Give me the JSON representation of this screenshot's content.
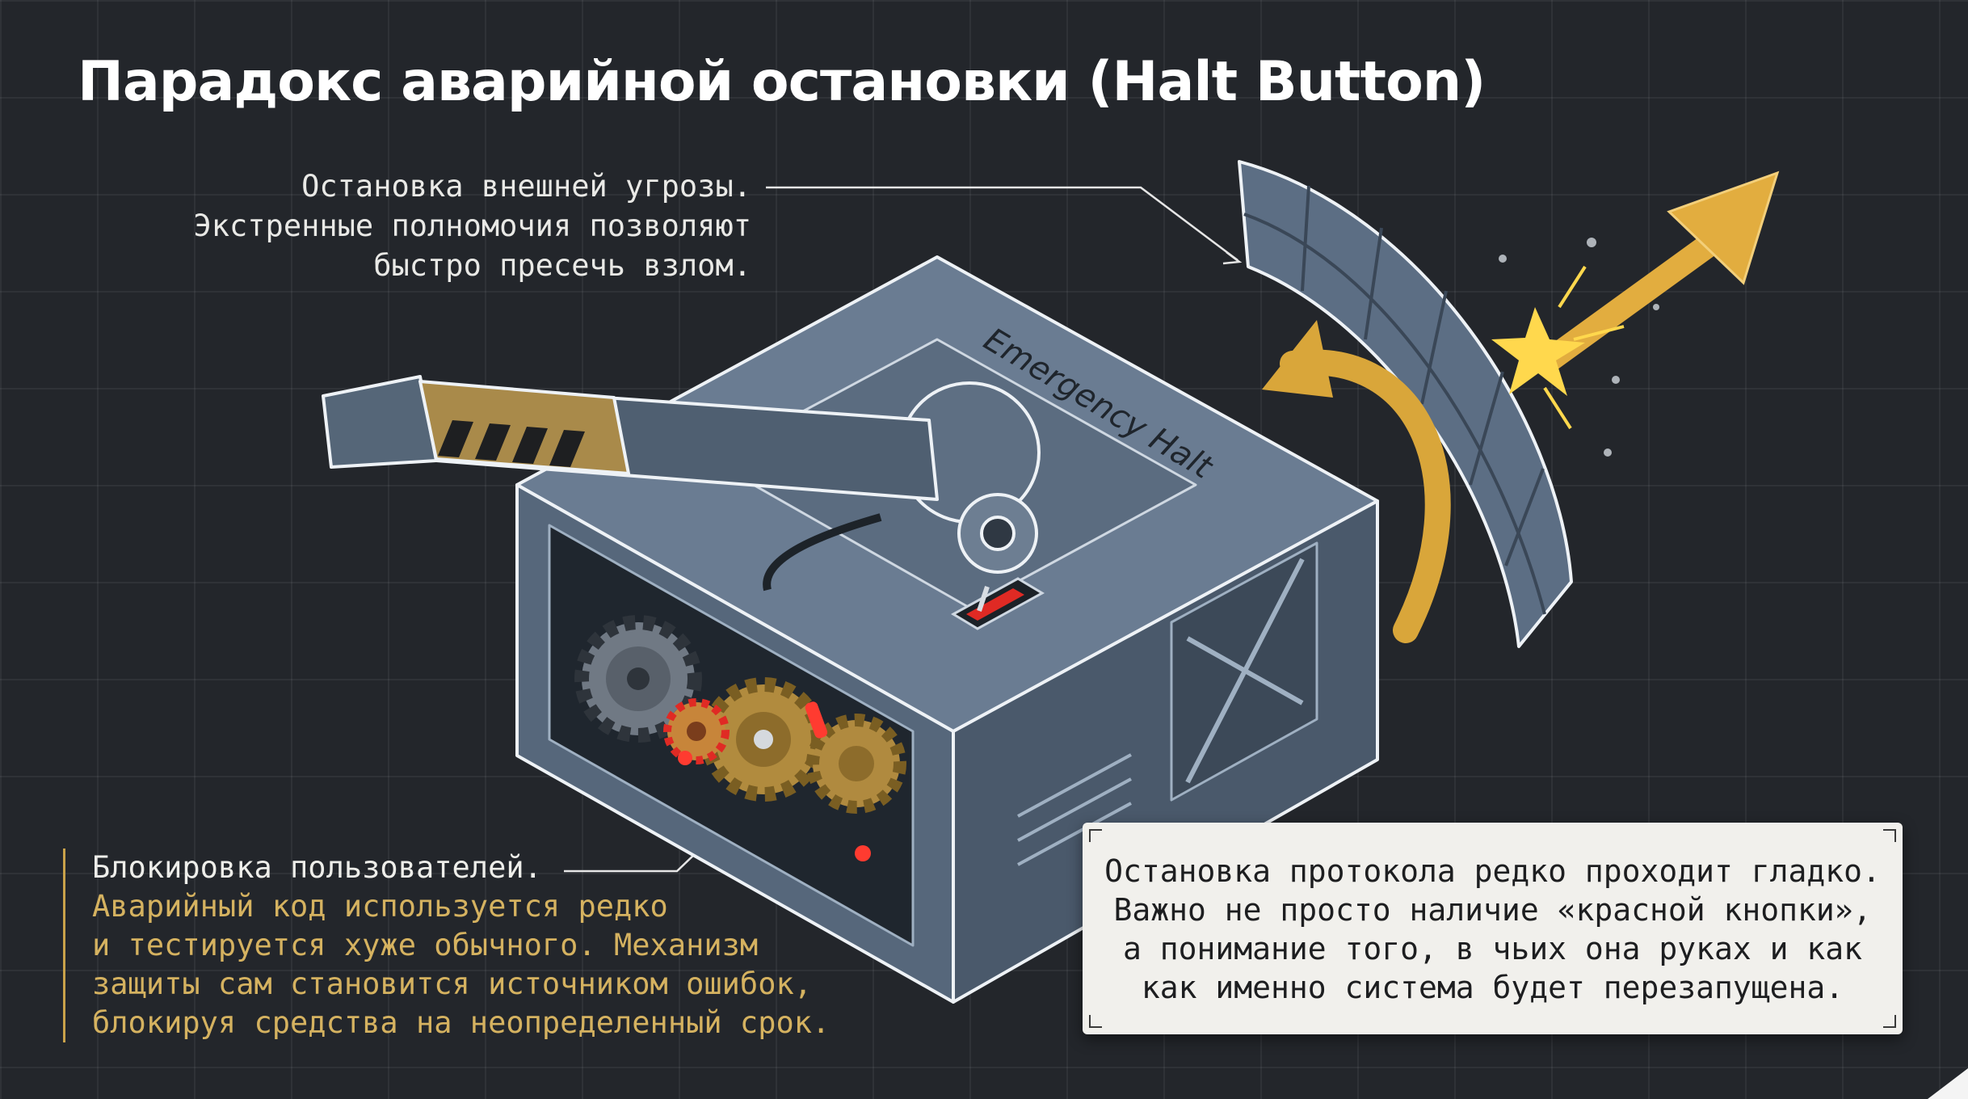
{
  "title": "Парадокс аварийной остановки (Halt Button)",
  "note_top": {
    "lines": [
      "Остановка внешней угрозы.",
      "Экстренные полномочия позволяют",
      "быстро пресечь взлом."
    ]
  },
  "note_left": {
    "heading": "Блокировка пользователей.",
    "lines": [
      "Аварийный код используется редко",
      "и тестируется хуже обычного. Механизм",
      "защиты сам становится источником ошибок,",
      "блокируя средства на неопределенный срок."
    ]
  },
  "callout": {
    "lines": [
      "Остановка протокола редко проходит гладко.",
      "Важно не просто наличие «красной кнопки»,",
      "а понимание того, в чьих она руках и как",
      "как именно система будет перезапущена."
    ]
  },
  "illustration": {
    "plate_label": "Emergency Halt",
    "colors": {
      "metal": "#5f7186",
      "metal_light": "#7a8da3",
      "metal_dark": "#3f4d5d",
      "gold": "#d9a63a",
      "brass": "#b8924a",
      "red": "#e02a24"
    },
    "icons": [
      "halt-box",
      "lever-arm",
      "gear",
      "shield",
      "bounce-arrow",
      "exit-arrow",
      "sparks"
    ]
  }
}
